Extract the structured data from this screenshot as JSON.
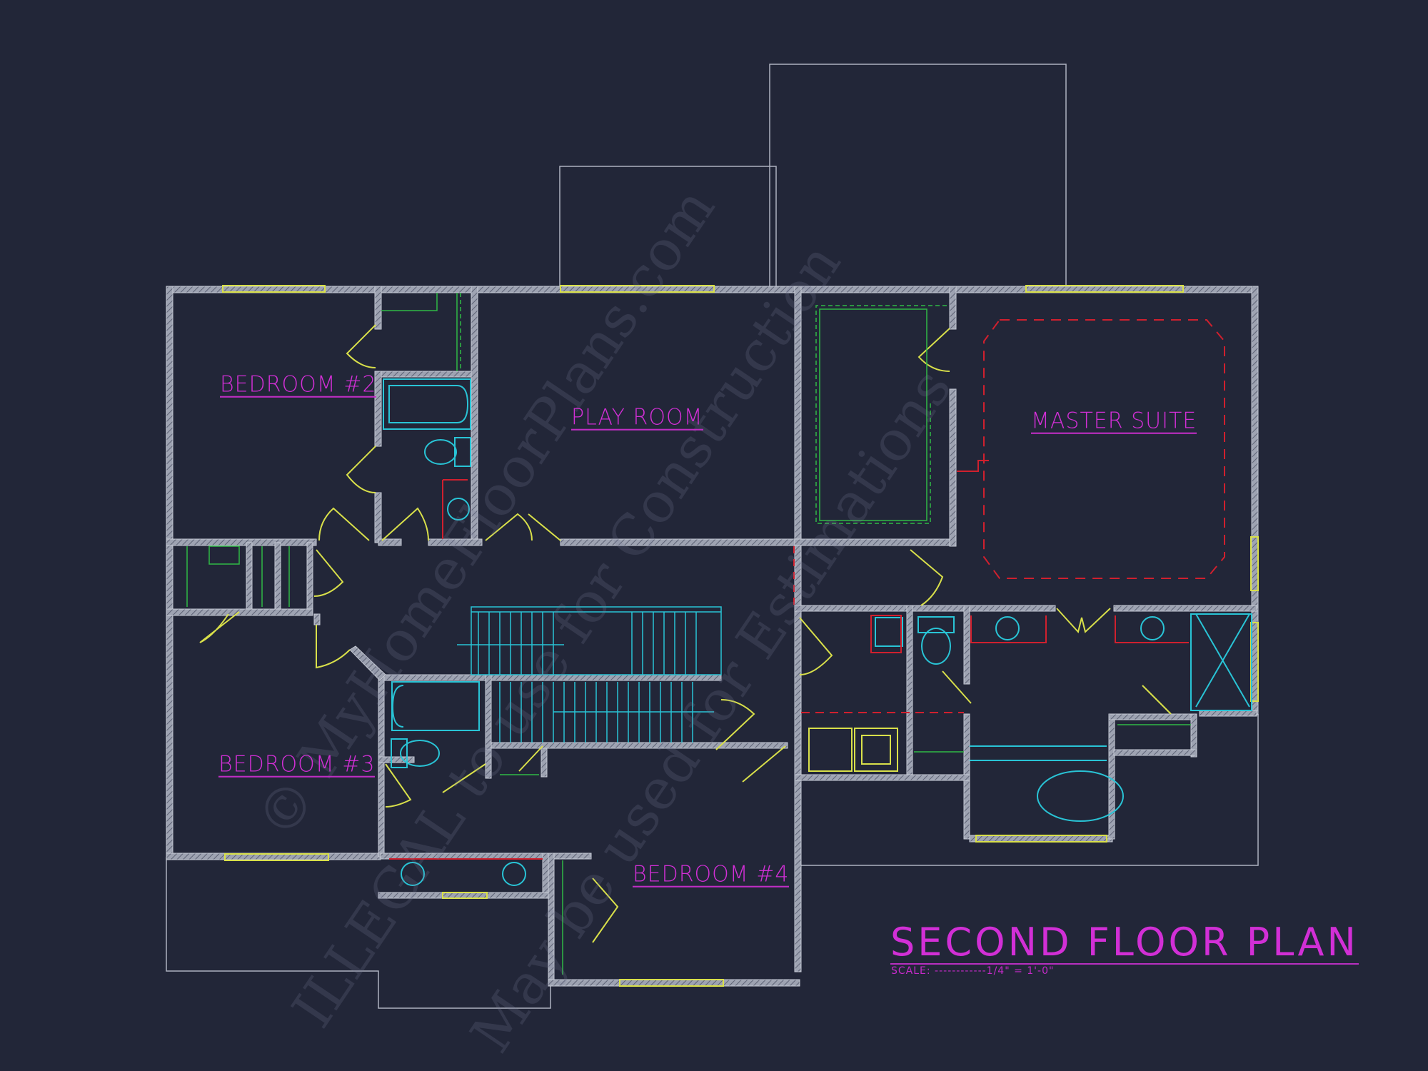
{
  "plan": {
    "title": "SECOND FLOOR PLAN",
    "scale_text": "SCALE: ------------1/4\" = 1'-0\"",
    "rooms": [
      {
        "name": "BEDROOM #2"
      },
      {
        "name": "PLAY ROOM"
      },
      {
        "name": "MASTER SUITE"
      },
      {
        "name": "BEDROOM #3"
      },
      {
        "name": "BEDROOM #4"
      }
    ]
  },
  "watermarks": [
    "© MyHomeFloorPlans.com",
    "ILLEGAL to use for Construction",
    "May be used for Estimations"
  ],
  "colors": {
    "background": "#222638",
    "walls": "#b8bcc8",
    "labels": "#d22fd6",
    "doors_windows": "#d9e04a",
    "fixtures": "#29c4d6",
    "closets": "#2fb845",
    "ceiling_lines": "#d0202e",
    "roof_outline": "#aeb2c0"
  }
}
